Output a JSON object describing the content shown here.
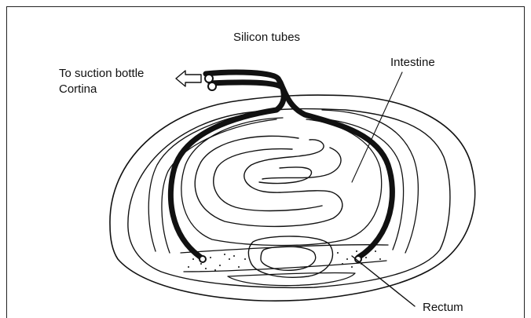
{
  "labels": {
    "silicon_tubes": "Silicon tubes",
    "suction_line1": "To suction bottle",
    "suction_line2": "Cortina",
    "intestine": "Intestine",
    "rectum": "Rectum"
  },
  "colors": {
    "ink": "#111111",
    "background": "#ffffff"
  }
}
